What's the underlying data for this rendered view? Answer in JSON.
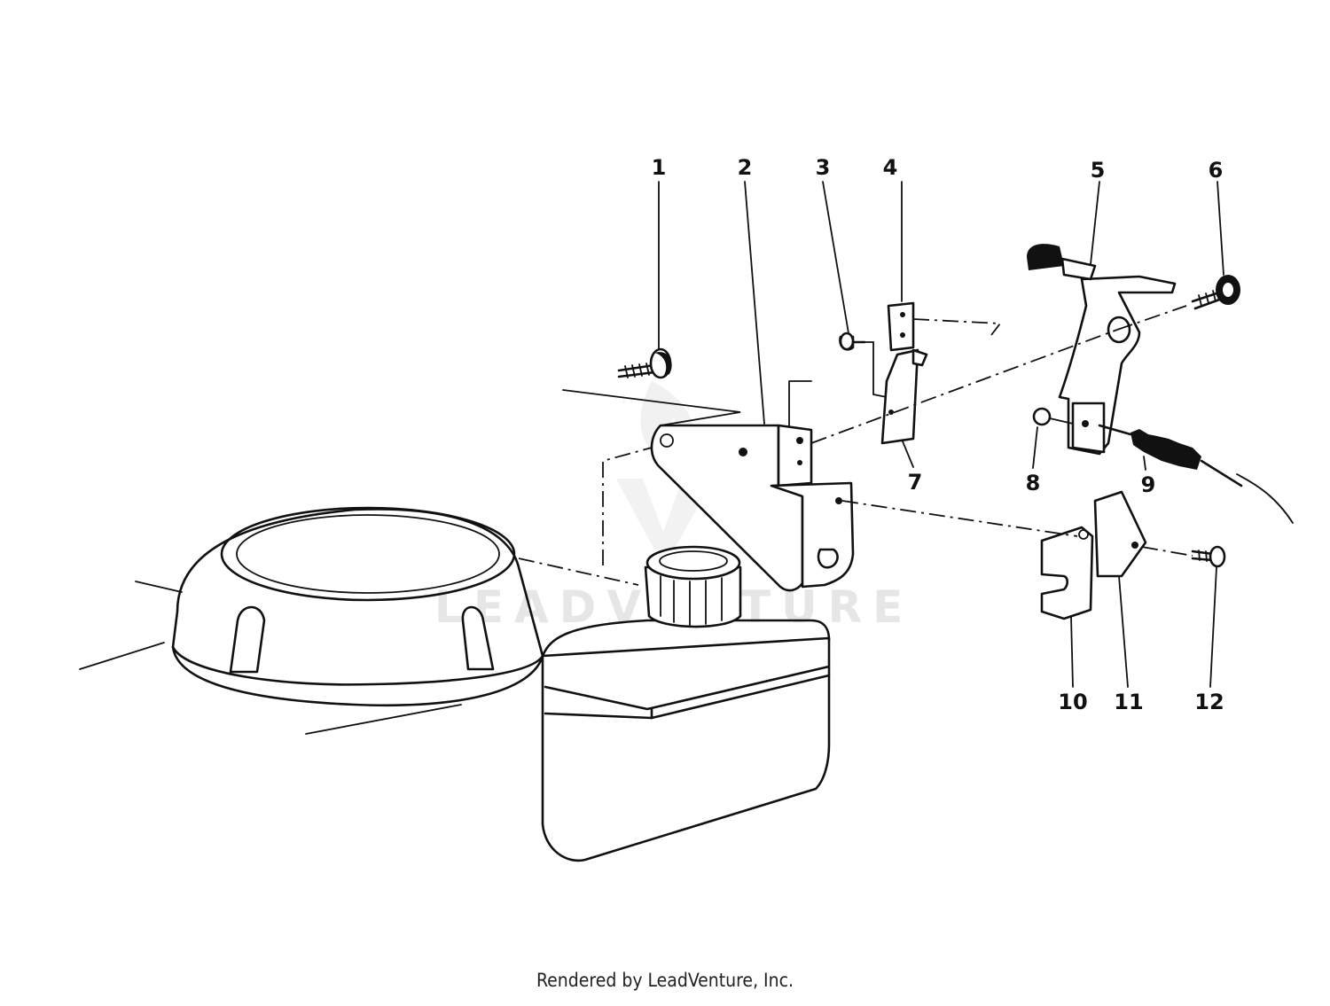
{
  "callouts": [
    "1",
    "2",
    "3",
    "4",
    "5",
    "6",
    "7",
    "8",
    "9",
    "10",
    "11",
    "12"
  ],
  "watermark": "LEADVENTURE",
  "footer": "Rendered by LeadVenture, Inc."
}
